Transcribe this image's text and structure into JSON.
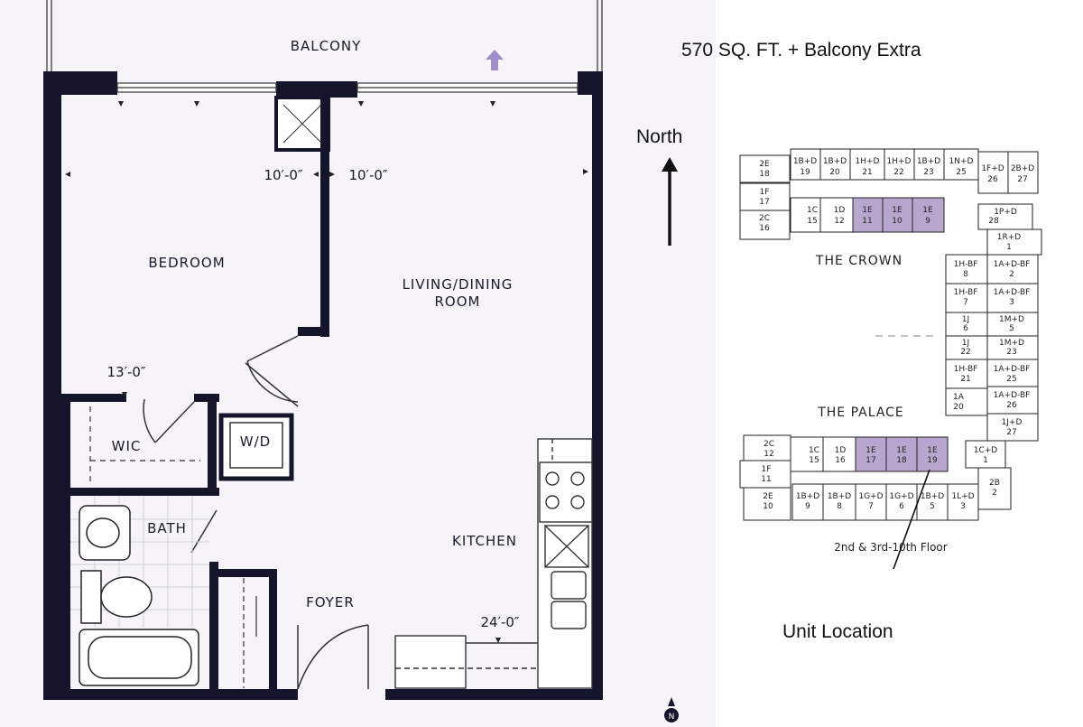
{
  "floorplan": {
    "rooms": {
      "balcony": "BALCONY",
      "bedroom": "BEDROOM",
      "living_dining_1": "LIVING/DINING",
      "living_dining_2": "ROOM",
      "wic": "WIC",
      "wd": "W/D",
      "bath": "BATH",
      "kitchen": "KITCHEN",
      "foyer": "FOYER"
    },
    "dimensions": {
      "bedroom_width": "10′-0″",
      "living_width": "10′-0″",
      "bedroom_depth": "13′-0″",
      "living_depth": "24′-0″"
    },
    "compass_letter": "N"
  },
  "info": {
    "area": "570 SQ. FT. + Balcony Extra",
    "north_label": "North",
    "unit_location_label": "Unit Location"
  },
  "keyplan": {
    "upper_building": "THE CROWN",
    "lower_building": "THE PALACE",
    "floor_caption": "2nd & 3rd-10th Floor",
    "highlight_color": "#b8a6cf",
    "units": {
      "u2e18": [
        "2E",
        "18"
      ],
      "u1bd19": [
        "1B+D",
        "19"
      ],
      "u1bd20": [
        "1B+D",
        "20"
      ],
      "u1hd21": [
        "1H+D",
        "21"
      ],
      "u1hd22": [
        "1H+D",
        "22"
      ],
      "u1bd23": [
        "1B+D",
        "23"
      ],
      "u1nd25": [
        "1N+D",
        "25"
      ],
      "u1fd26": [
        "1F+D",
        "26"
      ],
      "u2bd27": [
        "2B+D",
        "27"
      ],
      "u1f17": [
        "1F",
        "17"
      ],
      "u2c16": [
        "2C",
        "16"
      ],
      "u1c15": [
        "1C",
        "15"
      ],
      "u1d12": [
        "1D",
        "12"
      ],
      "u1e11": [
        "1E",
        "11"
      ],
      "u1e10": [
        "1E",
        "10"
      ],
      "u1e9": [
        "1E",
        "9"
      ],
      "u1pd28": [
        "1P+D",
        "28"
      ],
      "u1rd1": [
        "1R+D",
        "1"
      ],
      "u1hbf8": [
        "1H-BF",
        "8"
      ],
      "u1adbf2": [
        "1A+D-BF",
        "2"
      ],
      "u1hbf7": [
        "1H-BF",
        "7"
      ],
      "u1adbf3": [
        "1A+D-BF",
        "3"
      ],
      "u1j6": [
        "1J",
        "6"
      ],
      "u1md5": [
        "1M+D",
        "5"
      ],
      "u1j22": [
        "1J",
        "22"
      ],
      "u1md23": [
        "1M+D",
        "23"
      ],
      "u1hbf21": [
        "1H-BF",
        "21"
      ],
      "u1adbf25": [
        "1A+D-BF",
        "25"
      ],
      "u1a20": [
        "1A",
        "20"
      ],
      "u1adbf26": [
        "1A+D-BF",
        "26"
      ],
      "u1jd27": [
        "1J+D",
        "27"
      ],
      "u2c12": [
        "2C",
        "12"
      ],
      "u1f11": [
        "1F",
        "11"
      ],
      "u2e10": [
        "2E",
        "10"
      ],
      "u1c15b": [
        "1C",
        "15"
      ],
      "u1d16": [
        "1D",
        "16"
      ],
      "u1e17": [
        "1E",
        "17"
      ],
      "u1e18": [
        "1E",
        "18"
      ],
      "u1e19": [
        "1E",
        "19"
      ],
      "u1cd1": [
        "1C+D",
        "1"
      ],
      "u2b2": [
        "2B",
        "2"
      ],
      "u1bd9": [
        "1B+D",
        "9"
      ],
      "u1bd8": [
        "1B+D",
        "8"
      ],
      "u1gd7": [
        "1G+D",
        "7"
      ],
      "u1gd6": [
        "1G+D",
        "6"
      ],
      "u1bd5": [
        "1B+D",
        "5"
      ],
      "u1ld3": [
        "1L+D",
        "3"
      ]
    }
  }
}
